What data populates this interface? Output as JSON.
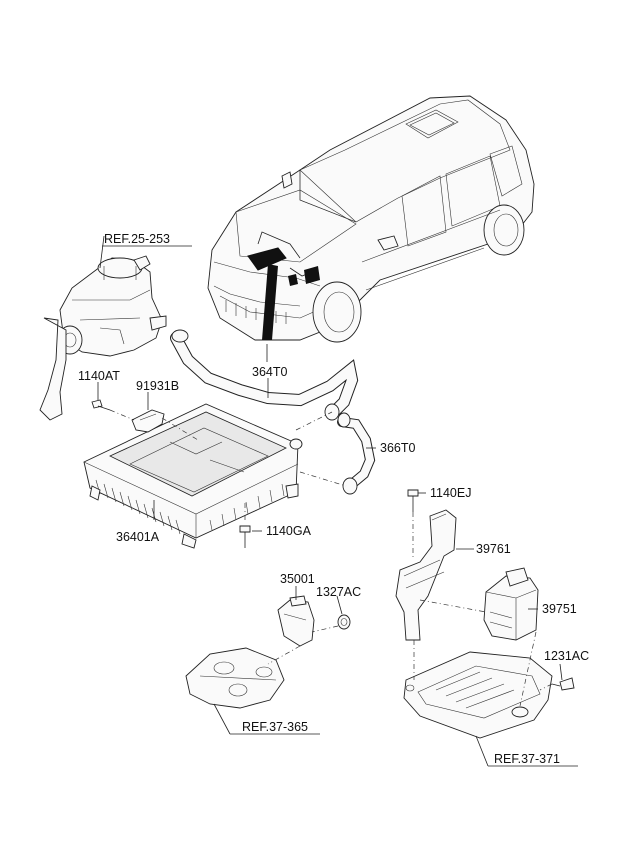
{
  "labels": {
    "ref_25_253": "REF.25-253",
    "p_364T0": "364T0",
    "p_1140AT": "1140AT",
    "p_91931B": "91931B",
    "p_366T0": "366T0",
    "p_1140EJ": "1140EJ",
    "p_36401A": "36401A",
    "p_1140GA": "1140GA",
    "p_39761": "39761",
    "p_35001": "35001",
    "p_1327AC": "1327AC",
    "p_39751": "39751",
    "p_1231AC": "1231AC",
    "ref_37_365": "REF.37-365",
    "ref_37_371": "REF.37-371"
  },
  "colors": {
    "line": "#222222",
    "fill": "#fafafa",
    "shade": "#e8e8e8",
    "highlight": "#111111"
  }
}
